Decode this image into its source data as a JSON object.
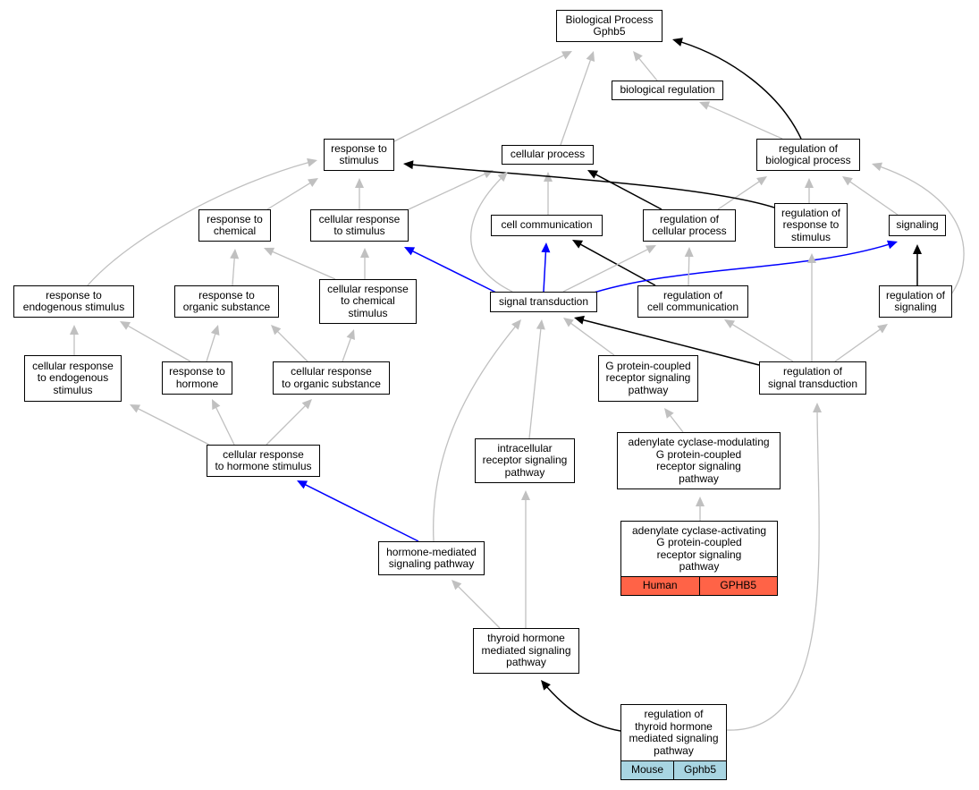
{
  "colors": {
    "gray": "#c0c0c0",
    "black": "#000000",
    "blue": "#0000ff",
    "human": "#ff6347",
    "mouse": "#a8d5e2"
  },
  "nodes": {
    "bp": "Biological Process\nGphb5",
    "biological_regulation": "biological regulation",
    "response_to_stimulus": "response to\nstimulus",
    "cellular_process": "cellular process",
    "regulation_of_biological_process": "regulation of\nbiological process",
    "response_to_chemical": "response to\nchemical",
    "cellular_response_to_stimulus": "cellular response\nto stimulus",
    "cell_communication": "cell communication",
    "regulation_of_cellular_process": "regulation of\ncellular process",
    "regulation_of_response_to_stimulus": "regulation of\nresponse to\nstimulus",
    "signaling": "signaling",
    "response_to_endogenous_stimulus": "response to\nendogenous stimulus",
    "response_to_organic_substance": "response to\norganic substance",
    "cellular_response_to_chemical_stimulus": "cellular response\nto chemical\nstimulus",
    "signal_transduction": "signal transduction",
    "regulation_of_cell_communication": "regulation of\ncell communication",
    "regulation_of_signaling": "regulation of\nsignaling",
    "cellular_response_to_endogenous_stimulus": "cellular response\nto endogenous\nstimulus",
    "response_to_hormone": "response to\nhormone",
    "cellular_response_to_organic_substance": "cellular response\nto organic substance",
    "gpcr_pathway": "G protein-coupled\nreceptor signaling\npathway",
    "regulation_of_signal_transduction": "regulation of\nsignal transduction",
    "cellular_response_to_hormone_stimulus": "cellular response\nto hormone stimulus",
    "intracellular_receptor_pathway": "intracellular\nreceptor signaling\npathway",
    "adenylate_modulating": "adenylate cyclase-modulating\nG protein-coupled\nreceptor signaling\npathway",
    "hormone_mediated_pathway": "hormone-mediated\nsignaling pathway",
    "adenylate_activating": "adenylate cyclase-activating\nG protein-coupled\nreceptor signaling\npathway",
    "thyroid_hormone_pathway": "thyroid hormone\nmediated signaling\npathway",
    "regulation_of_thyroid_hormone": "regulation of\nthyroid hormone\nmediated signaling\npathway"
  },
  "tags": {
    "human": {
      "species": "Human",
      "gene": "GPHB5"
    },
    "mouse": {
      "species": "Mouse",
      "gene": "Gphb5"
    }
  }
}
